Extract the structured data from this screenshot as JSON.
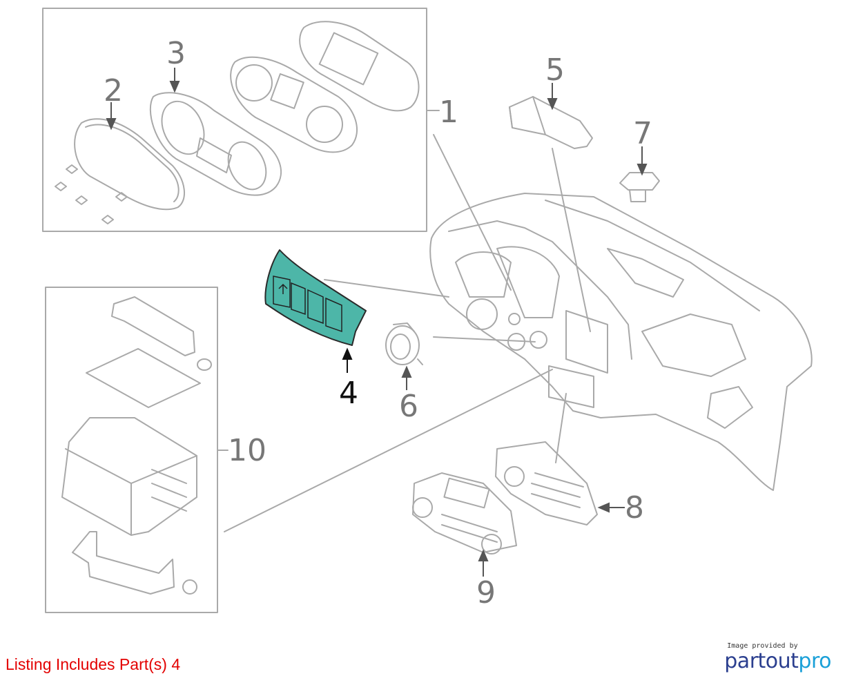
{
  "callouts": [
    "1",
    "2",
    "3",
    "4",
    "5",
    "6",
    "7",
    "8",
    "9",
    "10"
  ],
  "footer": {
    "listing_text": "Listing Includes Part(s) 4"
  },
  "brand": {
    "caption": "Image provided by",
    "logo_part1": "partout",
    "logo_part2": "pro"
  },
  "colors": {
    "highlight_fill": "#4db6a8",
    "line_gray": "#a0a0a0",
    "callout_gray": "#777777",
    "listing_red": "#e30000"
  }
}
